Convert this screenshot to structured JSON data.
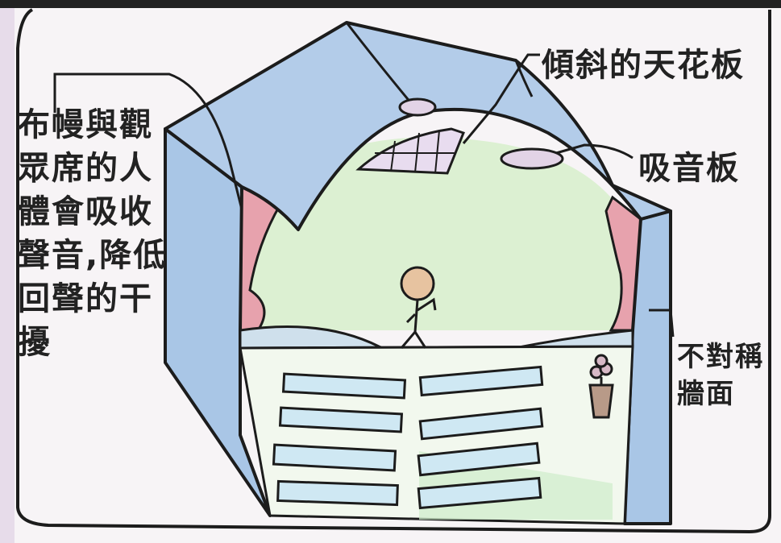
{
  "annotations": {
    "curtain_audience": {
      "lines": [
        "布幔與觀",
        "眾席的人",
        "體會吸收",
        "聲音,降低",
        "回聲的干",
        "擾"
      ]
    },
    "sloped_ceiling": "傾斜的天花板",
    "absorption_panel": "吸音板",
    "asymmetric_wall": {
      "lines": [
        "不對稱",
        "牆面"
      ]
    }
  },
  "colors": {
    "ink": "#1c1c1c",
    "wall_blue": "#a9c6e6",
    "curtain_pink": "#e7a2ad",
    "stage_green": "#dcf0d2",
    "seat_blue": "#cfe8f3",
    "floor_green": "#cfeccb",
    "head_tan": "#e7c3a0",
    "pot_brown": "#b89a88",
    "border_purple": "#c9a3d6"
  },
  "icons": [
    "performer-figure",
    "potted-plant-icon"
  ]
}
